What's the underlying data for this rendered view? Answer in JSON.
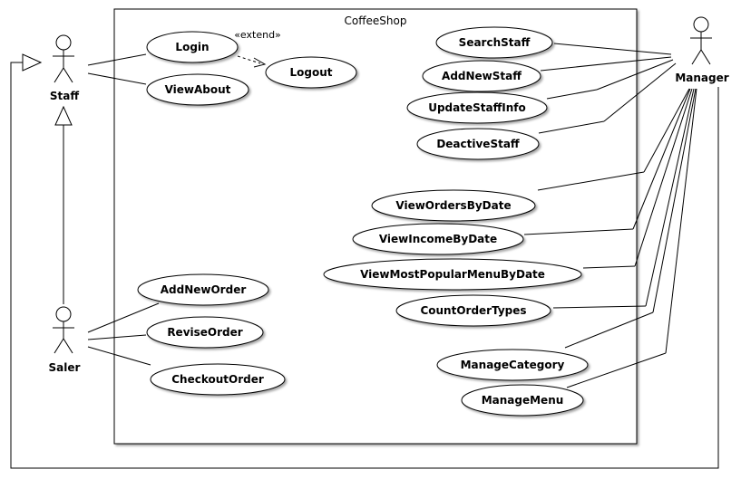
{
  "system": {
    "name": "CoffeeShop"
  },
  "actors": {
    "staff": "Staff",
    "saler": "Saler",
    "manager": "Manager"
  },
  "use_cases": {
    "login": "Login",
    "view_about": "ViewAbout",
    "logout": "Logout",
    "search_staff": "SearchStaff",
    "add_new_staff": "AddNewStaff",
    "update_staff_info": "UpdateStaffInfo",
    "deactive_staff": "DeactiveStaff",
    "view_orders_by_date": "ViewOrdersByDate",
    "view_income_by_date": "ViewIncomeByDate",
    "view_most_popular_menu_by_date": "ViewMostPopularMenuByDate",
    "count_order_types": "CountOrderTypes",
    "add_new_order": "AddNewOrder",
    "revise_order": "ReviseOrder",
    "checkout_order": "CheckoutOrder",
    "manage_category": "ManageCategory",
    "manage_menu": "ManageMenu"
  },
  "relations": {
    "extend": "«extend»"
  }
}
